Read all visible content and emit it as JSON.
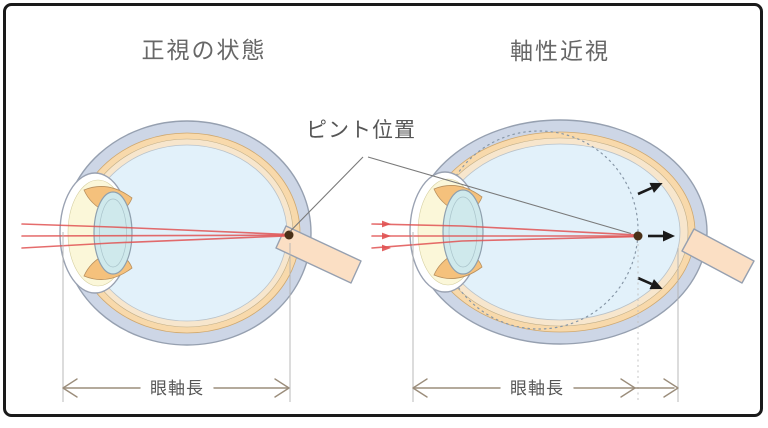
{
  "panel_left": {
    "title": "正視の状態",
    "axial_length_label": "眼軸長"
  },
  "panel_right": {
    "title": "軸性近視",
    "axial_length_label": "眼軸長"
  },
  "focus_position_label": "ピント位置",
  "colors": {
    "border": "#1a1a1a",
    "title-text": "#676767",
    "label-text": "#565656",
    "sclera-fill": "#cdd6e6",
    "sclera-stroke": "#96a0b0",
    "choroid-fill": "#f8d9ab",
    "retina-fill": "#f7e6cd",
    "retina-stroke": "#c0ae88",
    "vitreous-fill": "#e2f1fa",
    "cornea-fill": "#fbf7d9",
    "cornea-stroke": "#9aa2b2",
    "iris-fill": "#f5c17c",
    "iris-stroke": "#b8905e",
    "lens-fill": "#cfe9ec",
    "lens-stroke": "#8fa0ae",
    "nerve-fill": "#fbdfc4",
    "ray-red": "#e05252",
    "focus-dot": "#4a3118",
    "expansion-arrow": "#1a1a1a",
    "measure-arrow": "#9b8d7b",
    "measure-line": "#b3b3b3",
    "dotted-circle": "#8898a8",
    "leader-line": "#7a7a7a"
  }
}
